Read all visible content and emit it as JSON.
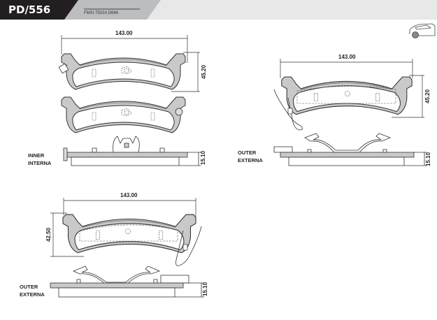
{
  "header": {
    "part_number": "PD/556",
    "fmsi": "FMSI 7502A D666",
    "colors": {
      "black_band": "#231f20",
      "gray_band": "#bcbdc0",
      "light_band": "#e8e8e8"
    }
  },
  "vehicle_icon": "car-icon",
  "inner": {
    "label_en": "INNER",
    "label_es": "INTERNA",
    "width_dim": "143.00",
    "height_dim": "45.20",
    "thickness_dim": "15.10"
  },
  "outer_right": {
    "label_en": "OUTER",
    "label_es": "EXTERNA",
    "width_dim": "143.00",
    "height_dim": "45.20",
    "thickness_dim": "15.10"
  },
  "outer_bottom": {
    "label_en": "OUTER",
    "label_es": "EXTERNA",
    "width_dim": "143.00",
    "height_dim": "42.50",
    "thickness_dim": "15.10"
  },
  "colors": {
    "pad_fill": "#c9c9c9",
    "line": "#333333"
  }
}
